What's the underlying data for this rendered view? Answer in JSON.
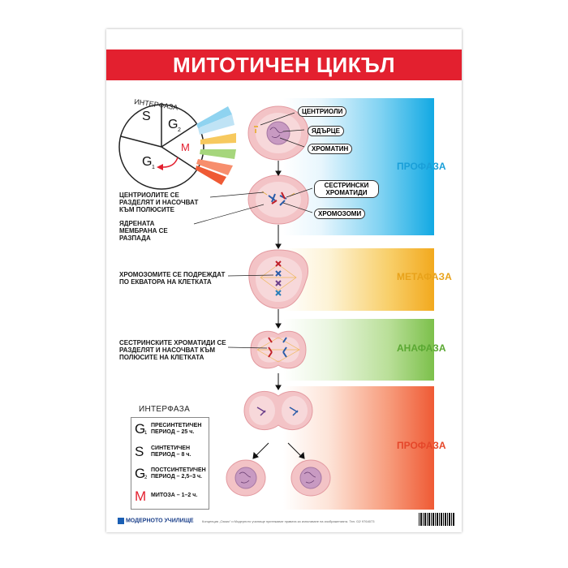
{
  "title": "МИТОТИЧЕН ЦИКЪЛ",
  "cycle": {
    "label": "ИНТЕРФАЗА",
    "s": "S",
    "g2": "G",
    "g2_sub": "2",
    "g1": "G",
    "g1_sub": "1",
    "m": "M"
  },
  "callouts": {
    "centrioles": "ЦЕНТРИОЛИ",
    "nucleolus": "ЯДЪРЦЕ",
    "chromatin": "ХРОМАТИН",
    "sister_chromatids": "СЕСТРИНСКИ ХРОМАТИДИ",
    "chromosomes": "ХРОМОЗОМИ"
  },
  "phases": {
    "prophase": "ПРОФАЗА",
    "metaphase": "МЕТАФАЗА",
    "anaphase": "АНАФАЗА",
    "prophase2": "ПРОФАЗА"
  },
  "colors": {
    "prophase": "#1a9fd8",
    "metaphase": "#e8a21a",
    "anaphase": "#5aa832",
    "prophase2": "#e5472a",
    "title": "#e3202f"
  },
  "annotations": {
    "centrioles_separate": "ЦЕНТРИОЛИТЕ СЕ РАЗДЕЛЯТ И НАСОЧВАТ КЪМ ПОЛЮСИТЕ",
    "membrane_breaks": "ЯДРЕНАТА МЕМБРАНА СЕ РАЗПАДА",
    "chromosomes_align": "ХРОМОЗОМИТЕ СЕ ПОДРЕЖДАТ ПО ЕКВАТОРА НА КЛЕТКАТА",
    "chromatids_separate": "СЕСТРИНСКИТЕ ХРОМАТИДИ СЕ РАЗДЕЛЯТ И НАСОЧВАТ КЪМ ПОЛЮСИТЕ НА КЛЕТКАТА"
  },
  "legend": {
    "title": "ИНТЕРФАЗА",
    "items": [
      {
        "symbol": "G",
        "sub": "1",
        "text": "ПРЕСИНТЕТИЧЕН ПЕРИОД – 25 ч."
      },
      {
        "symbol": "S",
        "sub": "",
        "text": "СИНТЕТИЧЕН ПЕРИОД – 8 ч."
      },
      {
        "symbol": "G",
        "sub": "2",
        "text": "ПОСТСИНТЕТИЧЕН ПЕРИОД – 2,5–3 ч."
      },
      {
        "symbol": "M",
        "sub": "",
        "text": "МИТОЗА – 1–2 ч."
      }
    ]
  },
  "footer": {
    "logo": "МОДЕРНОТО УЧИЛИЩЕ",
    "text": "Концепция „Оазис“ и Модерното училище притежават правата за използване на изображенията. Тел. 02/ 9764073"
  }
}
